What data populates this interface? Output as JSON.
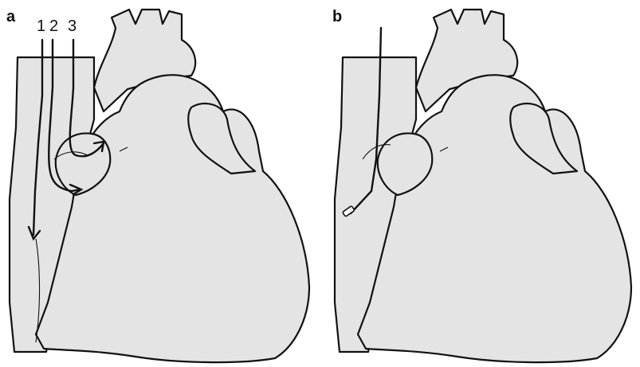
{
  "panels": [
    {
      "label": "a",
      "catheter_numbers": [
        "1",
        "2",
        "3"
      ]
    },
    {
      "label": "b"
    }
  ],
  "colors": {
    "fill": "#e4e4e4",
    "stroke": "#111111"
  }
}
